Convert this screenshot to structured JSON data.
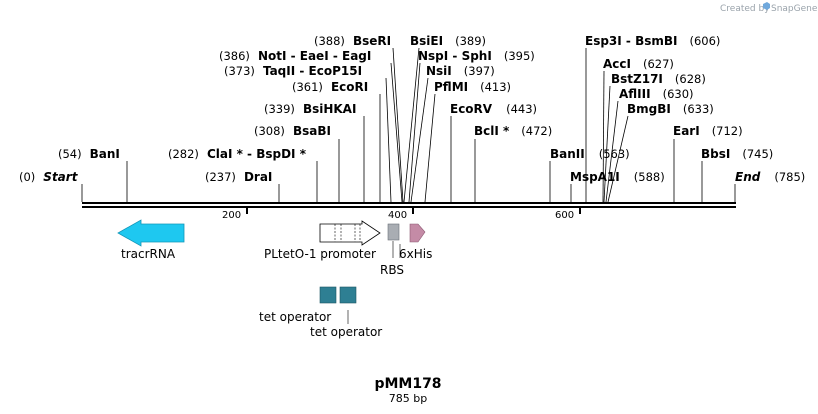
{
  "brand": {
    "created_by": "Created by",
    "name": "SnapGene"
  },
  "map": {
    "name": "pMM178",
    "length": "785 bp",
    "ticks": [
      "200",
      "400",
      "600"
    ]
  },
  "sites": [
    {
      "pos": "(0)",
      "name": "Start",
      "italic": true
    },
    {
      "pos": "(54)",
      "name": "BanI"
    },
    {
      "pos": "(237)",
      "name": "DraI"
    },
    {
      "pos": "(282)",
      "name": "ClaI * - BspDI *"
    },
    {
      "pos": "(308)",
      "name": "BsaBI"
    },
    {
      "pos": "(339)",
      "name": "BsiHKAI"
    },
    {
      "pos": "(361)",
      "name": "EcoRI"
    },
    {
      "pos": "(373)",
      "name": "TaqII - EcoP15I"
    },
    {
      "pos": "(386)",
      "name": "NotI - EaeI - EagI"
    },
    {
      "pos": "(388)",
      "name": "BseRI"
    },
    {
      "pos": "(389)",
      "name": "BsiEI"
    },
    {
      "pos": "(395)",
      "name": "NspI - SphI"
    },
    {
      "pos": "(397)",
      "name": "NsiI"
    },
    {
      "pos": "(413)",
      "name": "PflMI"
    },
    {
      "pos": "(443)",
      "name": "EcoRV"
    },
    {
      "pos": "(472)",
      "name": "BclI *"
    },
    {
      "pos": "(563)",
      "name": "BanII"
    },
    {
      "pos": "(588)",
      "name": "MspA1I"
    },
    {
      "pos": "(606)",
      "name": "Esp3I - BsmBI"
    },
    {
      "pos": "(627)",
      "name": "AccI"
    },
    {
      "pos": "(628)",
      "name": "BstZ17I"
    },
    {
      "pos": "(630)",
      "name": "AflIII"
    },
    {
      "pos": "(633)",
      "name": "BmgBI"
    },
    {
      "pos": "(712)",
      "name": "EarI"
    },
    {
      "pos": "(745)",
      "name": "BbsI"
    },
    {
      "pos": "(785)",
      "name": "End",
      "italic": true
    }
  ],
  "features": {
    "tracrRNA": "tracrRNA",
    "promoter": "PLtetO-1 promoter",
    "rbs": "RBS",
    "his": "6xHis",
    "tetop1": "tet operator",
    "tetop2": "tet operator"
  },
  "colors": {
    "tracrRNA": "#1ec8f0",
    "rbs": "#a9adb3",
    "his": "#c48ba6",
    "tet_operator": "#2e7f93",
    "brand_logo": "#6fa8dc"
  }
}
